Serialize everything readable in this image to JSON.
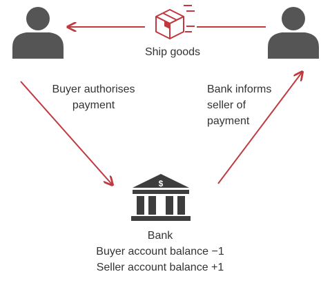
{
  "colors": {
    "arrow": "#c0393f",
    "person": "#555555",
    "box": "#c0393f",
    "bank": "#3d3d3d",
    "text": "#333333"
  },
  "icons": {
    "buyer": "person-icon",
    "seller": "person-icon",
    "goods": "package-icon",
    "bank": "bank-building-icon"
  },
  "labels": {
    "ship_goods": "Ship goods",
    "buyer_authorises": [
      "Buyer authorises",
      "payment"
    ],
    "bank_informs": [
      "Bank informs",
      "seller of",
      "payment"
    ]
  },
  "bank": {
    "name": "Bank",
    "buyer_balance": "Buyer account balance −1",
    "seller_balance": "Seller account balance +1"
  }
}
